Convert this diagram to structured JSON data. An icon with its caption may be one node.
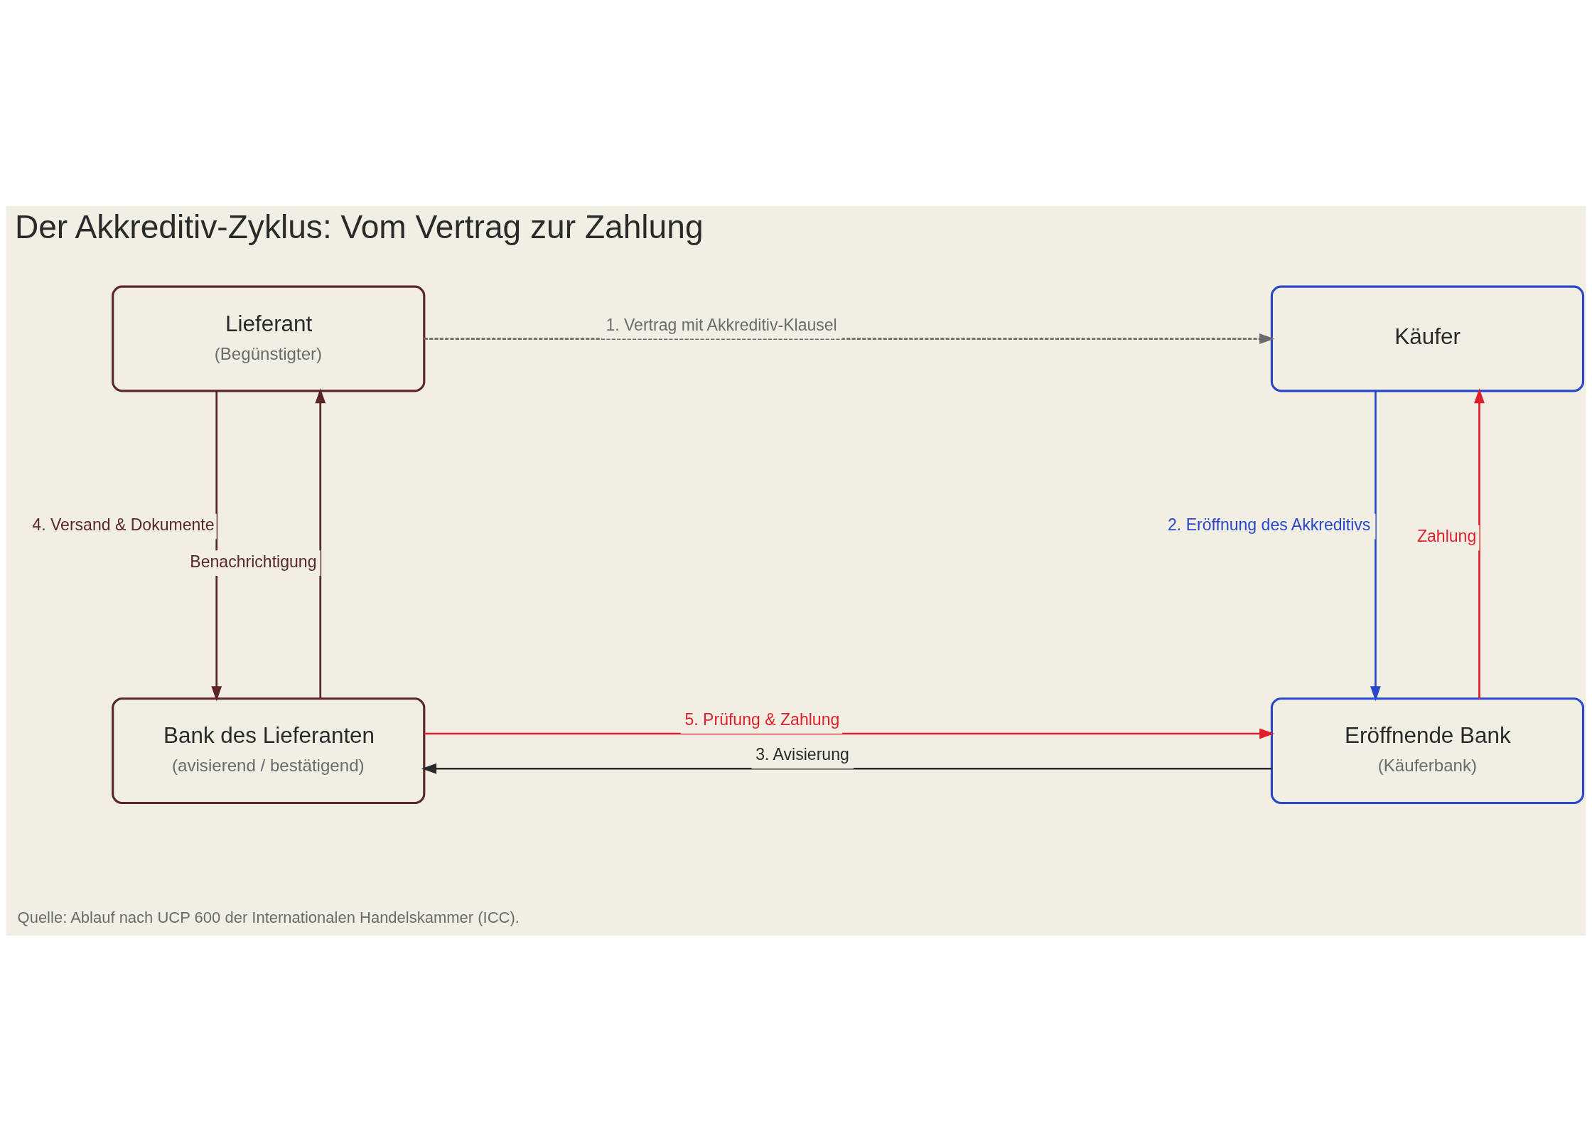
{
  "diagram": {
    "title": "Der Akkreditiv-Zyklus: Vom Vertrag zur Zahlung",
    "caption": "Quelle: Ablauf nach UCP 600 der Internationalen Handelskammer (ICC).",
    "nodes": [
      {
        "text": [
          "Lieferant",
          "(Begünstigter)"
        ]
      },
      {
        "text": [
          "Käufer"
        ]
      },
      {
        "text": [
          "Bank des Lieferanten",
          "(avisierend / bestätigend)"
        ]
      },
      {
        "text": [
          "Eröffnende Bank",
          "(Käuferbank)"
        ]
      }
    ],
    "edges": [
      {
        "from": 0,
        "to": 1,
        "arrow": "to",
        "label": "1. Vertrag mit Akkreditiv-Klausel",
        "style": "dashed",
        "color": "#6b6b6b"
      },
      {
        "from": 1,
        "to": 3,
        "arrow": "to",
        "label": "2. Eröffnung des Akkreditivs",
        "color": "#2b47c9"
      },
      {
        "from": 3,
        "to": 2,
        "arrow": "to",
        "label": "3. Avisierung",
        "color": "#2a2a2a"
      },
      {
        "from": 0,
        "to": 2,
        "arrow": "to",
        "label": "4. Versand & Dokumente",
        "color": "#5b2626"
      },
      {
        "from": 2,
        "to": 3,
        "arrow": "to",
        "label": "5. Prüfung & Zahlung",
        "color": "#e01f2d"
      },
      {
        "from": 3,
        "to": 1,
        "arrow": "to",
        "label": "Zahlung",
        "color": "#e01f2d"
      },
      {
        "from": 2,
        "to": 0,
        "arrow": "to",
        "label": "Benachrichtigung",
        "color": "#5b2626"
      }
    ]
  }
}
